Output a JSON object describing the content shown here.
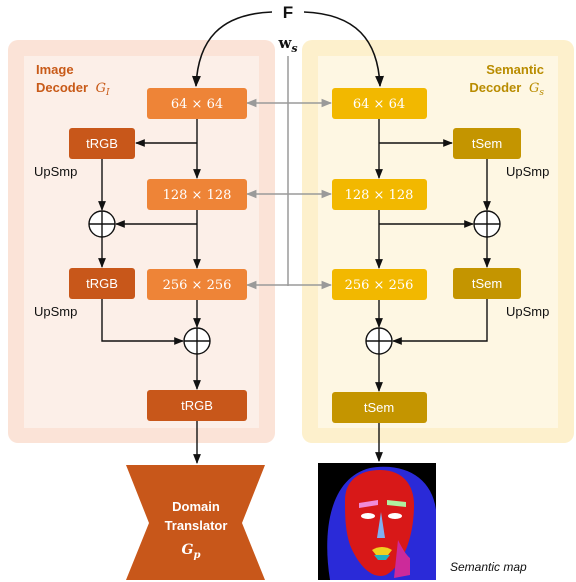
{
  "input": {
    "label": "F",
    "style_label": "w",
    "style_sub": "s"
  },
  "image_decoder": {
    "title_line1": "Image",
    "title_line2": "Decoder",
    "symbol": "G",
    "symbol_sub": "I",
    "res_blocks": [
      "64 × 64",
      "128 × 128",
      "256 × 256"
    ],
    "trgb_label": "tRGB",
    "upsample_label": "UpSmp"
  },
  "semantic_decoder": {
    "title_line1": "Semantic",
    "title_line2": "Decoder",
    "symbol": "G",
    "symbol_sub": "s",
    "res_blocks": [
      "64 × 64",
      "128 × 128",
      "256 × 256"
    ],
    "tsem_label": "tSem",
    "upsample_label": "UpSmp"
  },
  "domain_translator": {
    "line1": "Domain",
    "line2": "Translator",
    "symbol": "G",
    "symbol_sub": "p"
  },
  "semantic_map_caption": "Semantic map",
  "colors": {
    "image_panel": "#fbe3d7",
    "image_panel_inner": "#fcefe8",
    "semantic_panel": "#fdf0cc",
    "semantic_panel_inner": "#fef7e3",
    "orange_block": "#ee8437",
    "dark_orange_block": "#c8571a",
    "yellow_block": "#f2b800",
    "dark_yellow_block": "#c49500",
    "image_title": "#c85a18",
    "semantic_title": "#b98c00"
  }
}
